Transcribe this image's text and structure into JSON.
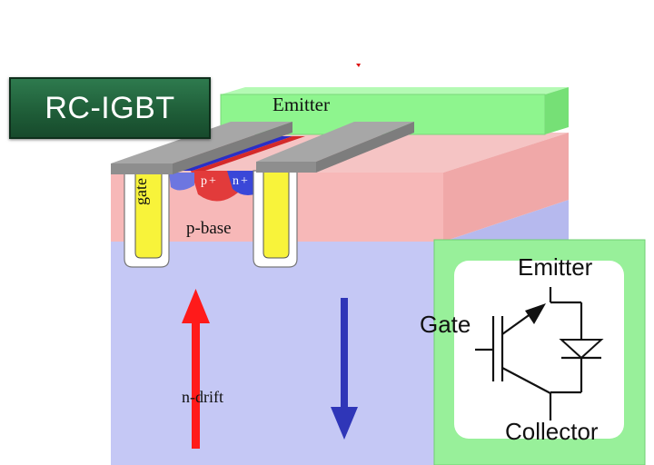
{
  "title_badge": "RC-IGBT",
  "structure": {
    "emitter_contact": "Emitter",
    "gate": "gate",
    "p_base": "p-base",
    "p_plus": "p+",
    "n_plus": "n+",
    "n_drift": "n-drift"
  },
  "symbol": {
    "emitter": "Emitter",
    "gate": "Gate",
    "collector": "Collector"
  },
  "arrows": [
    {
      "direction": "up",
      "color": "#ff1a1a"
    },
    {
      "direction": "down",
      "color": "#2f36b8"
    }
  ],
  "colors": {
    "title_bg": "#236640",
    "emitter_metal": "#8ef58e",
    "p_base_region": "#f7b4b4",
    "n_drift_region": "#c5c8f5",
    "gate_poly": "#f8f33a",
    "gate_contact": "#9b9b9b",
    "symbol_frame": "#98f09a"
  }
}
